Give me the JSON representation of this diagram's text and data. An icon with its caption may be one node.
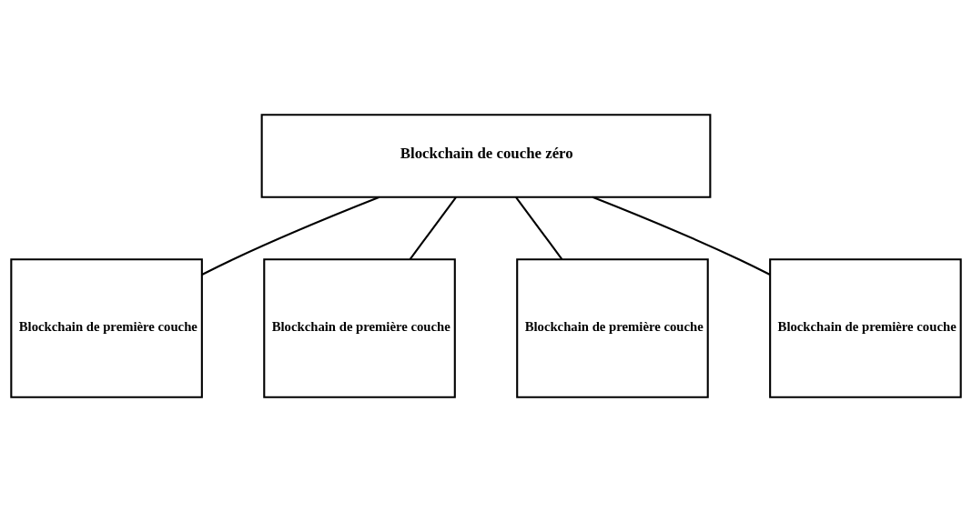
{
  "diagram": {
    "nodes": [
      {
        "text": [
          "Blockchain de couche zéro"
        ]
      },
      {
        "text": [
          "Blockchain de première couche"
        ]
      },
      {
        "text": [
          "Blockchain de première couche"
        ]
      },
      {
        "text": [
          "Blockchain de première couche"
        ]
      },
      {
        "text": [
          "Blockchain de première couche"
        ]
      }
    ],
    "edges": [
      {
        "from": 0,
        "to": 1,
        "arrow": "none"
      },
      {
        "from": 0,
        "to": 2,
        "arrow": "none"
      },
      {
        "from": 0,
        "to": 3,
        "arrow": "none"
      },
      {
        "from": 0,
        "to": 4,
        "arrow": "none"
      }
    ]
  }
}
